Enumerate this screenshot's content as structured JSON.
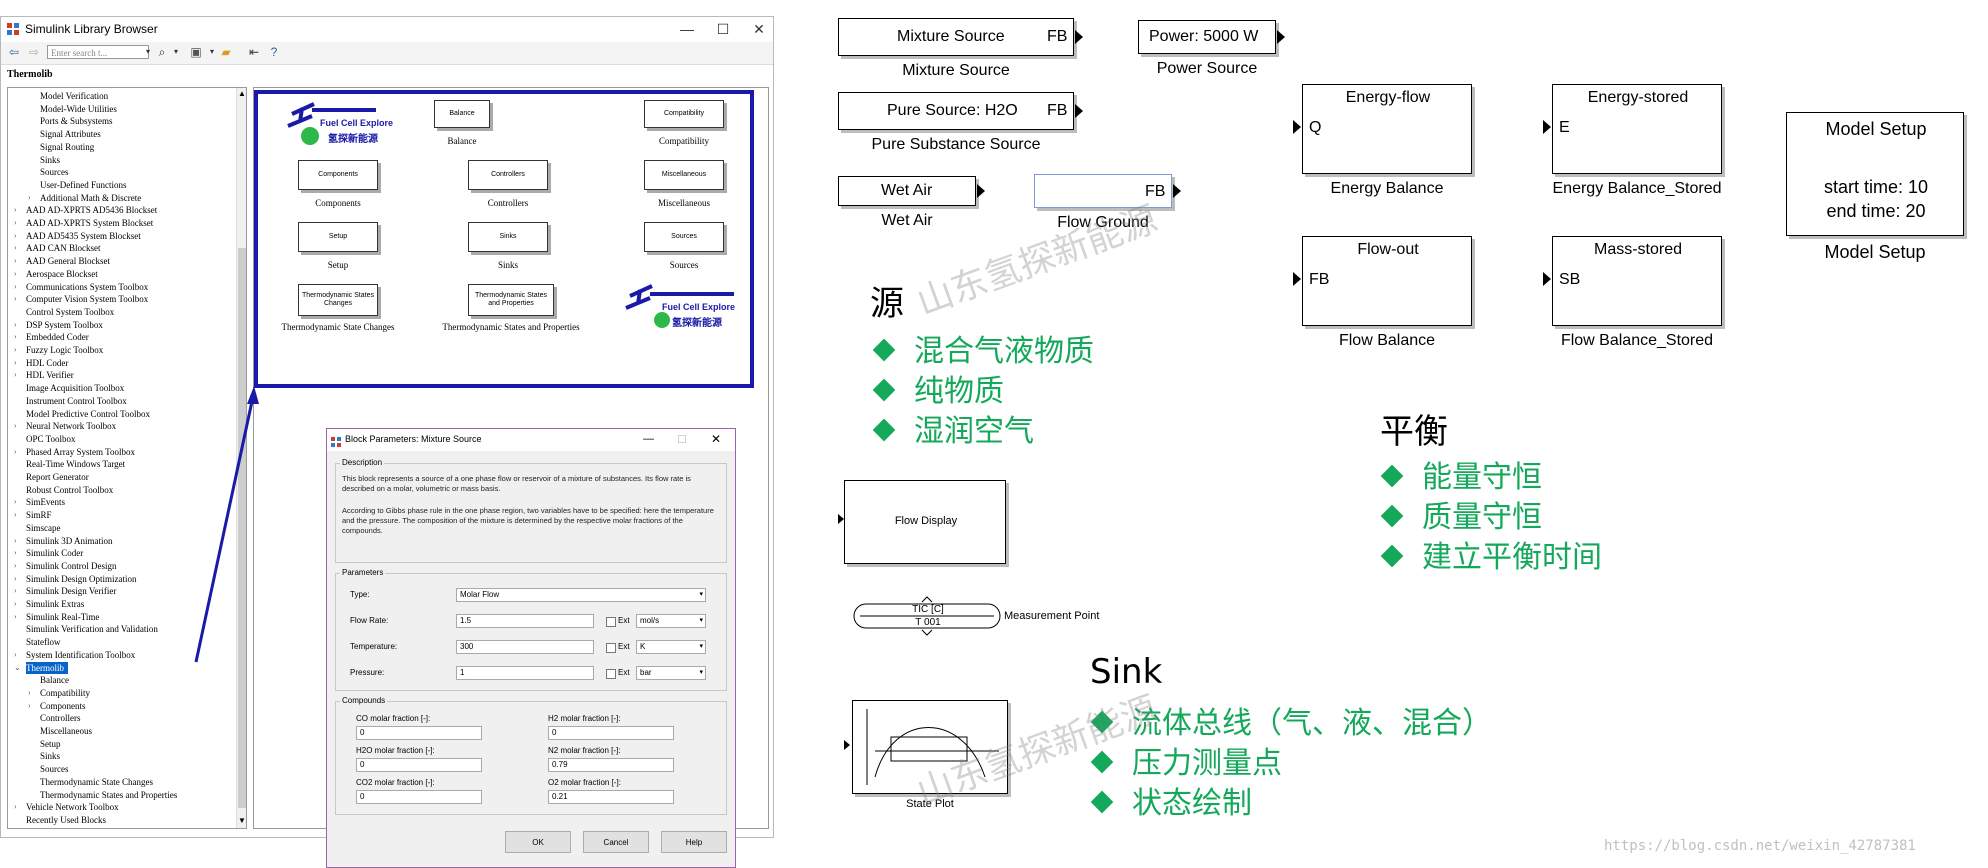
{
  "browser": {
    "title": "Simulink Library Browser",
    "search_placeholder": "Enter search t...",
    "path": "Thermolib",
    "tree": [
      {
        "label": "Model Verification",
        "indent": 2,
        "arrow": ""
      },
      {
        "label": "Model-Wide Utilities",
        "indent": 2,
        "arrow": ""
      },
      {
        "label": "Ports & Subsystems",
        "indent": 2,
        "arrow": ""
      },
      {
        "label": "Signal Attributes",
        "indent": 2,
        "arrow": ""
      },
      {
        "label": "Signal Routing",
        "indent": 2,
        "arrow": ""
      },
      {
        "label": "Sinks",
        "indent": 2,
        "arrow": ""
      },
      {
        "label": "Sources",
        "indent": 2,
        "arrow": ""
      },
      {
        "label": "User-Defined Functions",
        "indent": 2,
        "arrow": ""
      },
      {
        "label": "Additional Math & Discrete",
        "indent": 2,
        "arrow": ">"
      },
      {
        "label": "AAD AD-XPRTS AD5436 Blockset",
        "indent": 1,
        "arrow": ">"
      },
      {
        "label": "AAD AD-XPRTS System Blockset",
        "indent": 1,
        "arrow": ">"
      },
      {
        "label": "AAD AD5435 System Blockset",
        "indent": 1,
        "arrow": ">"
      },
      {
        "label": "AAD CAN Blockset",
        "indent": 1,
        "arrow": ">"
      },
      {
        "label": "AAD General Blockset",
        "indent": 1,
        "arrow": ">"
      },
      {
        "label": "Aerospace Blockset",
        "indent": 1,
        "arrow": ">"
      },
      {
        "label": "Communications System Toolbox",
        "indent": 1,
        "arrow": ">"
      },
      {
        "label": "Computer Vision System Toolbox",
        "indent": 1,
        "arrow": ">"
      },
      {
        "label": "Control System Toolbox",
        "indent": 1,
        "arrow": ""
      },
      {
        "label": "DSP System Toolbox",
        "indent": 1,
        "arrow": ">"
      },
      {
        "label": "Embedded Coder",
        "indent": 1,
        "arrow": ">"
      },
      {
        "label": "Fuzzy Logic Toolbox",
        "indent": 1,
        "arrow": ">"
      },
      {
        "label": "HDL Coder",
        "indent": 1,
        "arrow": ">"
      },
      {
        "label": "HDL Verifier",
        "indent": 1,
        "arrow": ">"
      },
      {
        "label": "Image Acquisition Toolbox",
        "indent": 1,
        "arrow": ""
      },
      {
        "label": "Instrument Control Toolbox",
        "indent": 1,
        "arrow": ""
      },
      {
        "label": "Model Predictive Control Toolbox",
        "indent": 1,
        "arrow": ""
      },
      {
        "label": "Neural Network Toolbox",
        "indent": 1,
        "arrow": ">"
      },
      {
        "label": "OPC Toolbox",
        "indent": 1,
        "arrow": ""
      },
      {
        "label": "Phased Array System Toolbox",
        "indent": 1,
        "arrow": ">"
      },
      {
        "label": "Real-Time Windows Target",
        "indent": 1,
        "arrow": ""
      },
      {
        "label": "Report Generator",
        "indent": 1,
        "arrow": ""
      },
      {
        "label": "Robust Control Toolbox",
        "indent": 1,
        "arrow": ""
      },
      {
        "label": "SimEvents",
        "indent": 1,
        "arrow": ">"
      },
      {
        "label": "SimRF",
        "indent": 1,
        "arrow": ">"
      },
      {
        "label": "Simscape",
        "indent": 1,
        "arrow": ""
      },
      {
        "label": "Simulink 3D Animation",
        "indent": 1,
        "arrow": ">"
      },
      {
        "label": "Simulink Coder",
        "indent": 1,
        "arrow": ">"
      },
      {
        "label": "Simulink Control Design",
        "indent": 1,
        "arrow": ">"
      },
      {
        "label": "Simulink Design Optimization",
        "indent": 1,
        "arrow": ">"
      },
      {
        "label": "Simulink Design Verifier",
        "indent": 1,
        "arrow": ">"
      },
      {
        "label": "Simulink Extras",
        "indent": 1,
        "arrow": ">"
      },
      {
        "label": "Simulink Real-Time",
        "indent": 1,
        "arrow": ">"
      },
      {
        "label": "Simulink Verification and Validation",
        "indent": 1,
        "arrow": ""
      },
      {
        "label": "Stateflow",
        "indent": 1,
        "arrow": ""
      },
      {
        "label": "System Identification Toolbox",
        "indent": 1,
        "arrow": ">"
      },
      {
        "label": "Thermolib",
        "indent": 1,
        "arrow": "v",
        "selected": true
      },
      {
        "label": "Balance",
        "indent": 2,
        "arrow": ""
      },
      {
        "label": "Compatibility",
        "indent": 2,
        "arrow": ">"
      },
      {
        "label": "Components",
        "indent": 2,
        "arrow": ">"
      },
      {
        "label": "Controllers",
        "indent": 2,
        "arrow": ""
      },
      {
        "label": "Miscellaneous",
        "indent": 2,
        "arrow": ""
      },
      {
        "label": "Setup",
        "indent": 2,
        "arrow": ""
      },
      {
        "label": "Sinks",
        "indent": 2,
        "arrow": ""
      },
      {
        "label": "Sources",
        "indent": 2,
        "arrow": ""
      },
      {
        "label": "Thermodynamic State Changes",
        "indent": 2,
        "arrow": ""
      },
      {
        "label": "Thermodynamic States and Properties",
        "indent": 2,
        "arrow": ""
      },
      {
        "label": "Vehicle Network Toolbox",
        "indent": 1,
        "arrow": ">"
      },
      {
        "label": "Recently Used Blocks",
        "indent": 1,
        "arrow": ""
      }
    ],
    "logo": {
      "line1": "Fuel Cell Explore",
      "line2": "氢探新能源"
    },
    "libs": [
      {
        "box": "Balance",
        "label": "Balance"
      },
      {
        "box": "Compatibility",
        "label": "Compatibility"
      },
      {
        "box": "Components",
        "label": "Components"
      },
      {
        "box": "Controllers",
        "label": "Controllers"
      },
      {
        "box": "Miscellaneous",
        "label": "Miscellaneous"
      },
      {
        "box": "Setup",
        "label": "Setup"
      },
      {
        "box": "Sinks",
        "label": "Sinks"
      },
      {
        "box": "Sources",
        "label": "Sources"
      },
      {
        "box": "Thermodynamic States Changes",
        "label": "Thermodynamic State Changes"
      },
      {
        "box": "Thermodynamic States and Properties",
        "label": "Thermodynamic States and Properties"
      }
    ]
  },
  "dialog": {
    "title": "Block Parameters: Mixture Source",
    "description_label": "Description",
    "desc1": "This block represents a source of a one phase flow or reservoir of a mixture of substances. Its flow rate is described on a molar, volumetric or mass basis.",
    "desc2": "According to Gibbs phase rule in the one phase region, two variables have to be specified: here the temperature and the pressure. The composition of the mixture is determined by the respective molar fractions of the compounds.",
    "parameters_label": "Parameters",
    "type_label": "Type:",
    "type_value": "Molar Flow",
    "flow_label": "Flow Rate:",
    "flow_value": "1.5",
    "flow_unit": "mol/s",
    "temp_label": "Temperature:",
    "temp_value": "300",
    "temp_unit": "K",
    "press_label": "Pressure:",
    "press_value": "1",
    "press_unit": "bar",
    "ext_label": "Ext",
    "compounds_label": "Compounds",
    "co_label": "CO  molar fraction [-]:",
    "co_value": "0",
    "h2_label": "H2  molar fraction [-]:",
    "h2_value": "0",
    "h2o_label": "H2O  molar fraction [-]:",
    "h2o_value": "0",
    "n2_label": "N2  molar fraction [-]:",
    "n2_value": "0.79",
    "co2_label": "CO2  molar fraction [-]:",
    "co2_value": "0",
    "o2_label": "O2  molar fraction [-]:",
    "o2_value": "0.21",
    "ok": "OK",
    "cancel": "Cancel",
    "help": "Help"
  },
  "canvas": {
    "mixture_source": {
      "text": "Mixture Source",
      "port": "FB",
      "caption": "Mixture Source"
    },
    "power_source": {
      "text": "Power: 5000 W",
      "caption": "Power Source"
    },
    "pure_source": {
      "text": "Pure Source: H2O",
      "port": "FB",
      "caption": "Pure Substance Source"
    },
    "wet_air": {
      "text": "Wet Air",
      "caption": "Wet Air"
    },
    "flow_ground": {
      "port": "FB",
      "caption": "Flow Ground"
    },
    "energy_flow": {
      "title": "Energy-flow",
      "port": "Q",
      "caption": "Energy Balance"
    },
    "energy_stored": {
      "title": "Energy-stored",
      "port": "E",
      "caption": "Energy Balance_Stored"
    },
    "flow_out": {
      "title": "Flow-out",
      "port": "FB",
      "caption": "Flow Balance"
    },
    "mass_stored": {
      "title": "Mass-stored",
      "port": "SB",
      "caption": "Flow Balance_Stored"
    },
    "model_setup": {
      "title": "Model Setup",
      "start": "start time: 10",
      "end": "end time: 20",
      "caption": "Model Setup"
    },
    "flow_display": {
      "text": "Flow Display"
    },
    "measurement": {
      "line1": "TIC [C]",
      "line2": "T 001",
      "caption": "Measurement Point"
    },
    "state_plot": {
      "caption": "State Plot"
    }
  },
  "notes": {
    "source_heading": "源",
    "source_items": [
      "混合气液物质",
      "纯物质",
      "湿润空气"
    ],
    "balance_heading": "平衡",
    "balance_items": [
      "能量守恒",
      "质量守恒",
      "建立平衡时间"
    ],
    "sink_heading": "Sink",
    "sink_items": [
      "流体总线（气、液、混合）",
      "压力测量点",
      "状态绘制"
    ]
  },
  "watermark": "山东氢探新能源",
  "url": "https://blog.csdn.net/weixin_42787381",
  "colors": {
    "accent_green": "#14a85a",
    "frame_blue": "#1a1aa8",
    "selection": "#0a64c8"
  }
}
